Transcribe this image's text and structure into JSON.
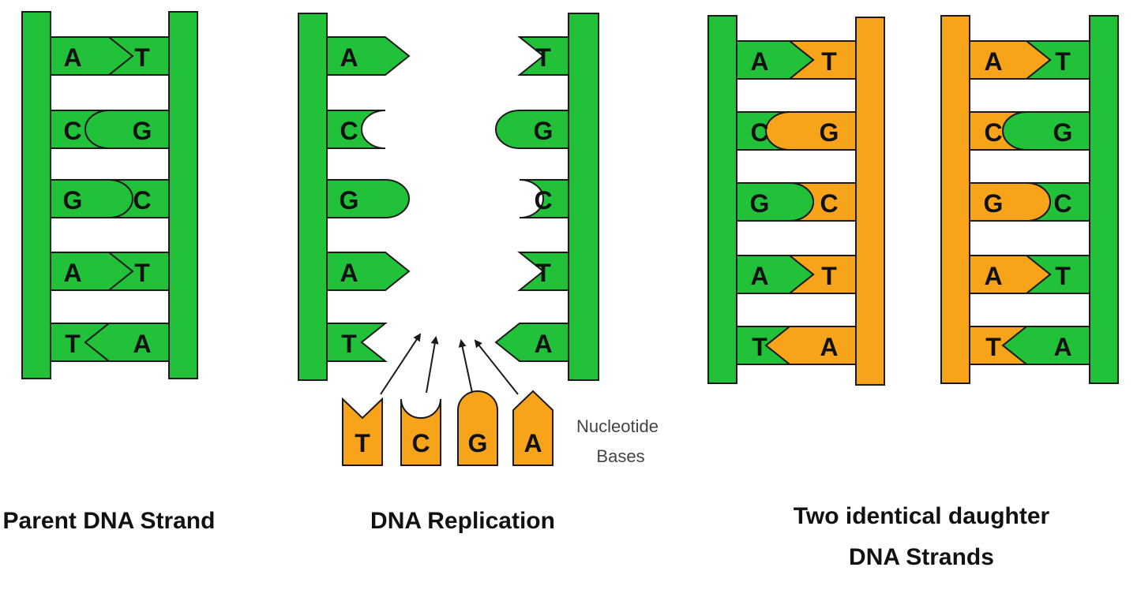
{
  "colors": {
    "parent_strand": "#22c13a",
    "new_strand": "#f8a41b",
    "outline": "#1a1a1a",
    "text": "#111111"
  },
  "parent": {
    "caption": "Parent DNA Strand",
    "pairs": [
      {
        "left": "A",
        "right": "T"
      },
      {
        "left": "C",
        "right": "G"
      },
      {
        "left": "G",
        "right": "C"
      },
      {
        "left": "A",
        "right": "T"
      },
      {
        "left": "T",
        "right": "A"
      }
    ]
  },
  "replication": {
    "caption": "DNA Replication",
    "free_bases_label": [
      "Nucleotide",
      "Bases"
    ],
    "free_bases": [
      "T",
      "C",
      "G",
      "A"
    ]
  },
  "daughters": {
    "caption": [
      "Two identical daughter",
      "DNA Strands"
    ]
  }
}
